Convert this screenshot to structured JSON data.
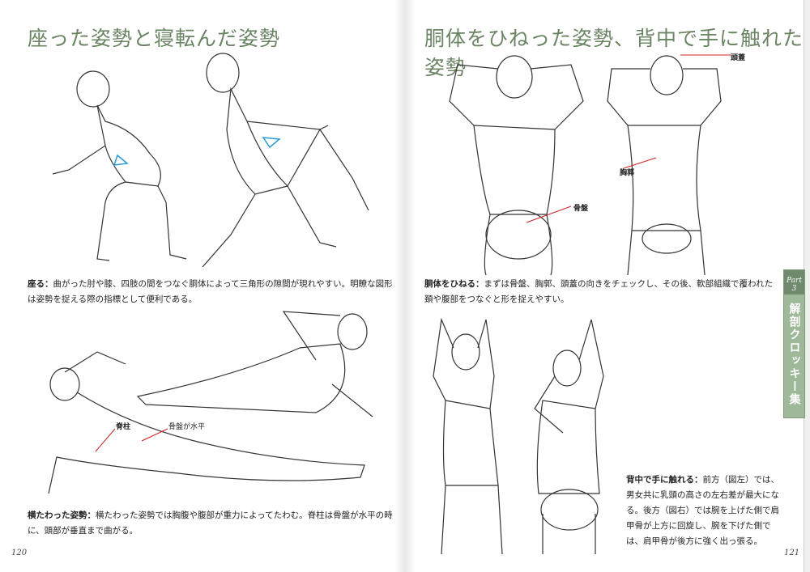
{
  "left_page": {
    "title": "座った姿勢と寝転んだ姿勢",
    "caption1_head": "座る：",
    "caption1_body": "曲がった肘や膝、四肢の間をつなぐ胴体によって三角形の隙間が現れやすい。明瞭な図形は姿勢を捉える際の指標として便利である。",
    "labels": {
      "spine": "脊柱",
      "pelvis_level": "骨盤が水平"
    },
    "caption2_head": "横たわった姿勢：",
    "caption2_body": "横たわった姿勢では胸腹や腹部が重力によってたわむ。脊柱は骨盤が水平の時に、頭部が垂直まで曲がる。",
    "page_number": "120"
  },
  "right_page": {
    "title": "胴体をひねった姿勢、背中で手に触れた姿勢",
    "labels": {
      "skull": "頭蓋",
      "ribcage": "胸郭",
      "pelvis": "骨盤"
    },
    "caption1_head": "胴体をひねる：",
    "caption1_body": "まずは骨盤、胸郭、頭蓋の向きをチェックし、その後、軟部組織で覆われた頚や腹部をつなぐと形を捉えやすい。",
    "caption2_head": "背中で手に触れる：",
    "caption2_body": "前方（図左）では、男女共に乳頭の高さの左右差が最大になる。後方（図右）では腕を上げた側で肩甲骨が上方に回旋し、腕を下げた側では、肩甲骨が後方に強く出っ張る。",
    "page_number": "121"
  },
  "side_tab": {
    "part": "Part 3",
    "label": "解剖クロッキー集"
  },
  "colors": {
    "title": "#6a8464",
    "tab": "#9fb89a",
    "leader": "#cc2222",
    "triangle": "#2a9ad8"
  }
}
